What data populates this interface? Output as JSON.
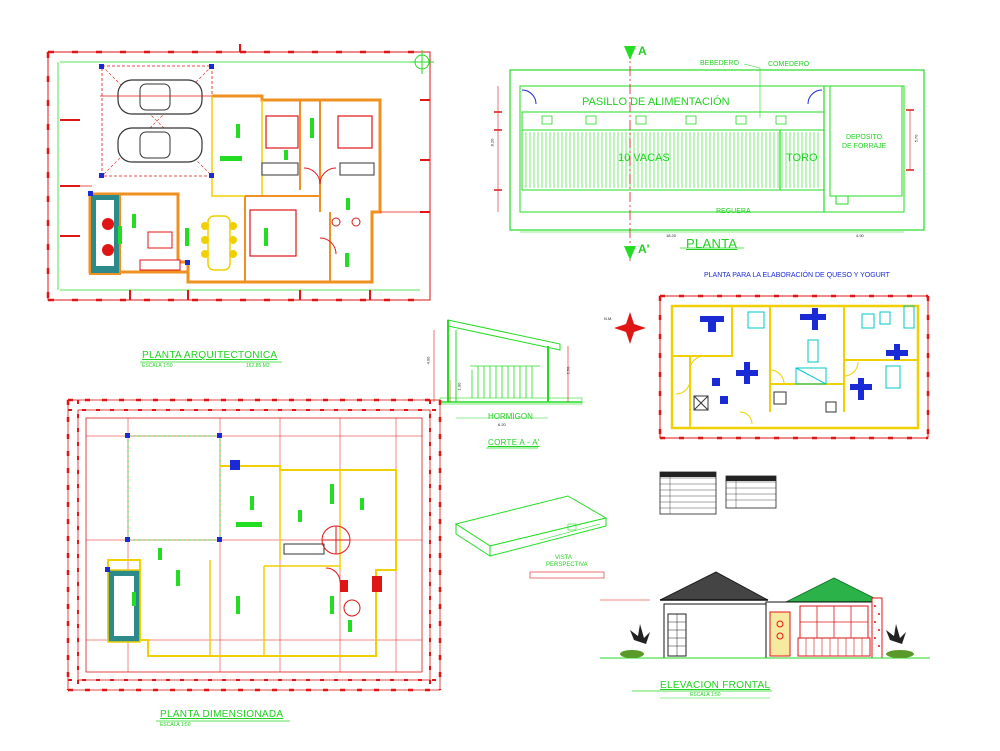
{
  "colors": {
    "red": "#e01616",
    "green": "#22dd22",
    "yellow": "#f0d000",
    "orange": "#f09020",
    "blue": "#1a2bd6",
    "cyan": "#00c8c8",
    "dark": "#222222"
  },
  "plan_arquitectonica": {
    "title": "PLANTA ARQUITECTONICA",
    "scale": "ESCALA 1:50",
    "area": "162.85 M2"
  },
  "planta_establo": {
    "title": "PLANTA",
    "corridor": "PASILLO DE ALIMENTACIÓN",
    "cows": "10 VACAS",
    "bull": "TORO",
    "drinker": "BEBEDERO",
    "feeder": "COMEDERO",
    "storage_line1": "DEPOSITO",
    "storage_line2": "DE FORRAJE",
    "gutter": "REGUERA",
    "section_marker": "A",
    "section_marker_bottom": "A'",
    "dim_width": "18.20",
    "dim_right": "4.90",
    "dim_height": "8.20",
    "dim_depth": "5.70"
  },
  "corte": {
    "title": "CORTE A - A'",
    "material": "HORMIGON",
    "dim_width": "6.20",
    "dim_h1": "4.00",
    "dim_h2": "2.50",
    "dim_h3": "1.00"
  },
  "planta_queso": {
    "title": "PLANTA PARA LA ELABORACIÓN DE QUESO Y YOGURT",
    "north": "N.M."
  },
  "vista": {
    "title": "VISTA",
    "subtitle": "PERSPECTIVA"
  },
  "plan_dimensionada": {
    "title": "PLANTA DIMENSIONADA",
    "scale": "ESCALA 1:50"
  },
  "elevacion": {
    "title": "ELEVACION FRONTAL",
    "scale": "ESCALA 1:50"
  }
}
